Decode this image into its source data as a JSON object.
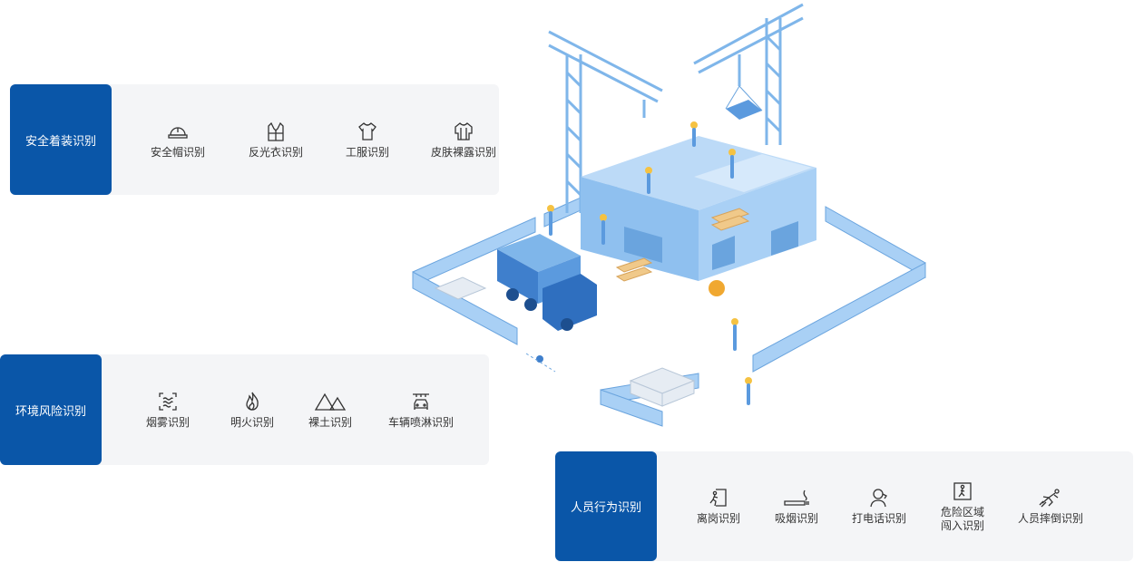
{
  "panels": {
    "safety": {
      "title": "安全着装识别",
      "items": [
        {
          "icon": "hardhat-icon",
          "label": "安全帽识别"
        },
        {
          "icon": "vest-icon",
          "label": "反光衣识别"
        },
        {
          "icon": "uniform-icon",
          "label": "工服识别"
        },
        {
          "icon": "skin-icon",
          "label": "皮肤裸露识别"
        }
      ]
    },
    "environment": {
      "title": "环境风险识别",
      "items": [
        {
          "icon": "smoke-icon",
          "label": "烟雾识别"
        },
        {
          "icon": "fire-icon",
          "label": "明火识别"
        },
        {
          "icon": "bare-soil-icon",
          "label": "裸土识别"
        },
        {
          "icon": "vehicle-wash-icon",
          "label": "车辆喷淋识别"
        }
      ]
    },
    "behavior": {
      "title": "人员行为识别",
      "items": [
        {
          "icon": "leave-post-icon",
          "label": "离岗识别"
        },
        {
          "icon": "smoking-icon",
          "label": "吸烟识别"
        },
        {
          "icon": "phone-call-icon",
          "label": "打电话识别"
        },
        {
          "icon": "danger-zone-icon",
          "label": "危险区域\n闯入识别"
        },
        {
          "icon": "fall-icon",
          "label": "人员摔倒识别"
        }
      ]
    }
  },
  "colors": {
    "head": "#0a56a8",
    "panel_bg": "#f4f5f7",
    "scene_light": "#a9d0f5",
    "scene_mid": "#7fb6ea",
    "scene_dark": "#5b9ade"
  }
}
